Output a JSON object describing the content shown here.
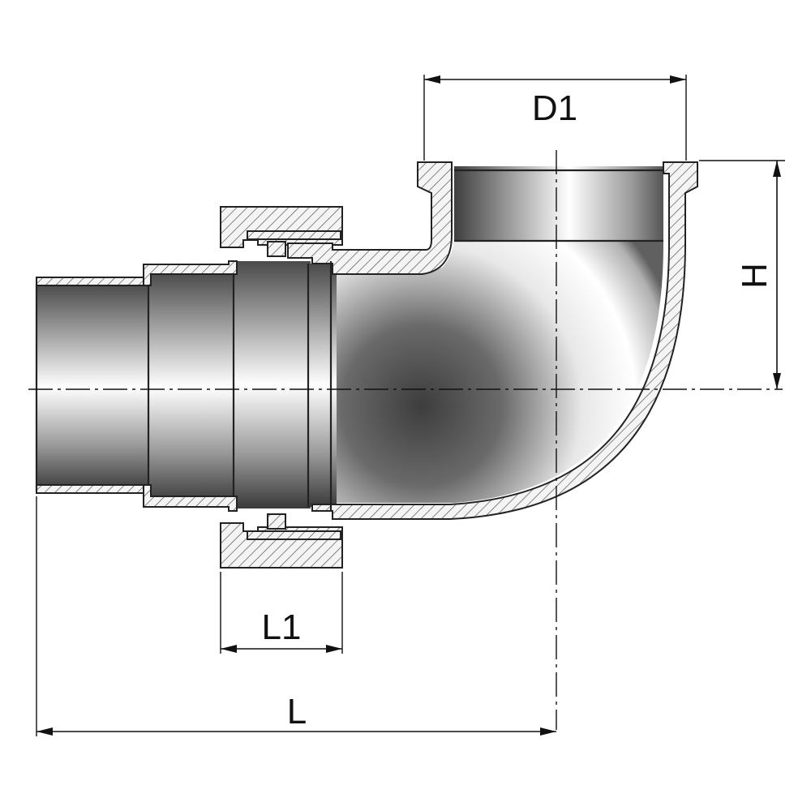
{
  "dimensions": {
    "d1": "D1",
    "h": "H",
    "l1": "L1",
    "l": "L"
  }
}
